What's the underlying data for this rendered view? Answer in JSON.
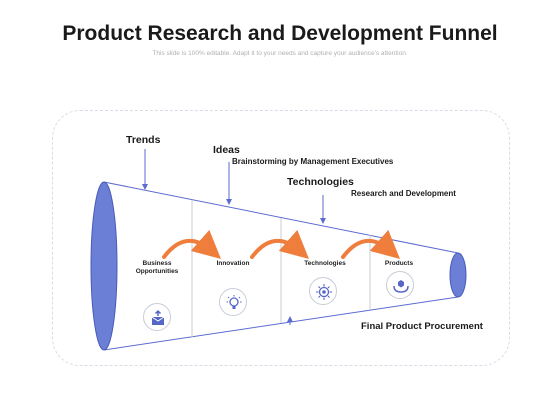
{
  "title": "Product Research and Development Funnel",
  "subtitle": "This slide is 100% editable. Adapt it to your needs and capture your audience's attention.",
  "labels": {
    "trends": "Trends",
    "ideas": "Ideas",
    "ideas_sub": "Brainstorming by Management Executives",
    "technologies": "Technologies",
    "technologies_sub": "Research and Development",
    "final": "Final Product Procurement"
  },
  "stages": [
    {
      "label": "Business\nOpportunities",
      "icon": "email-box-icon"
    },
    {
      "label": "Innovation",
      "icon": "lightbulb-icon"
    },
    {
      "label": "Technologies",
      "icon": "chip-icon"
    },
    {
      "label": "Products",
      "icon": "hands-product-icon"
    }
  ],
  "colors": {
    "funnel_fill": "#6b7fd6",
    "arrow": "#ef7d3c",
    "line": "#5b6bd0",
    "icon": "#5566c8"
  }
}
